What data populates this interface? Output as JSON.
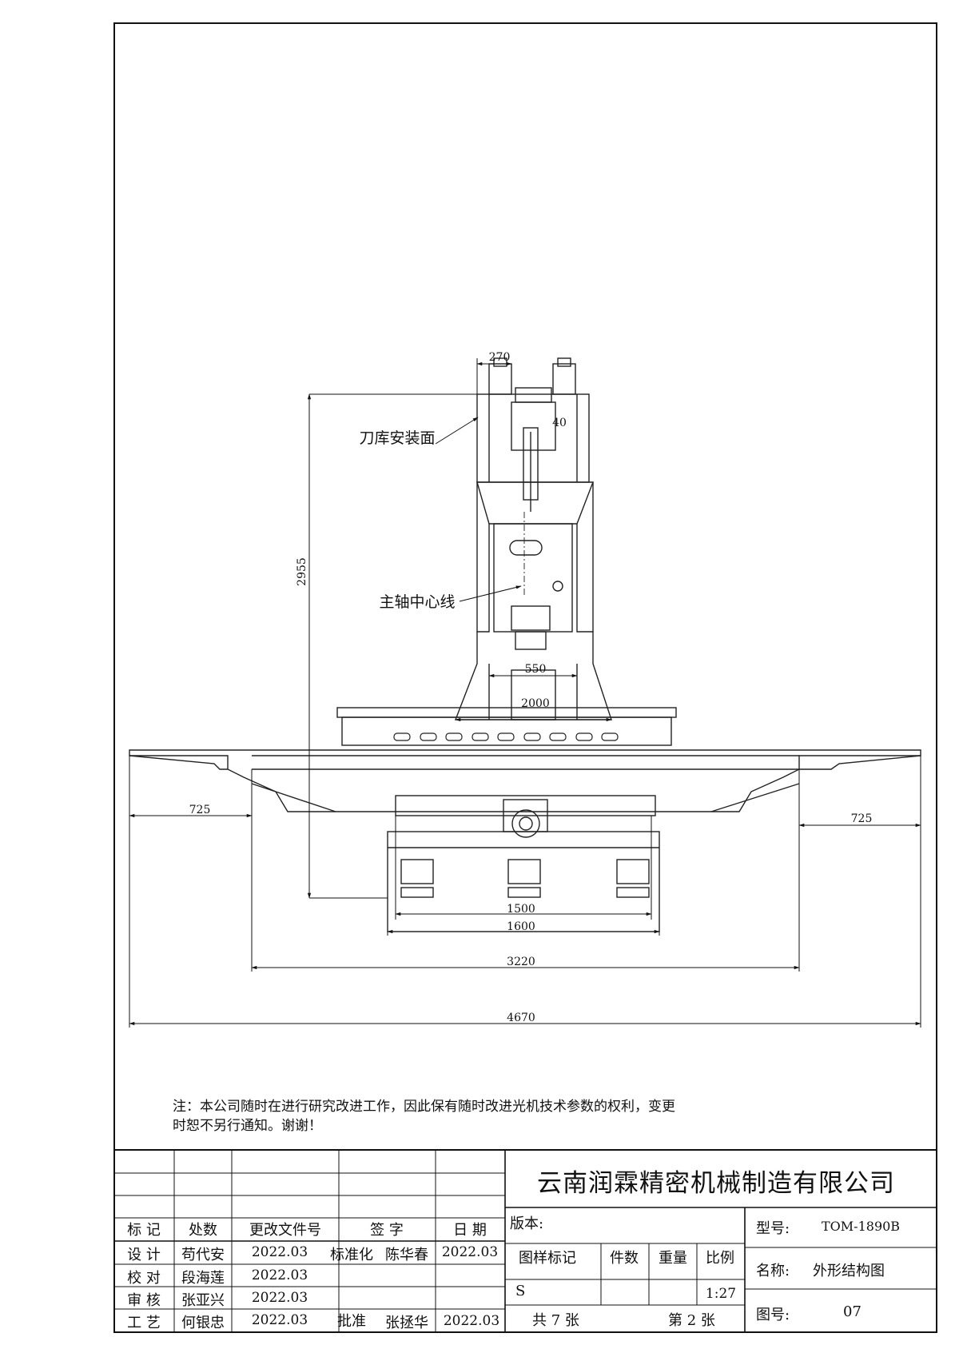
{
  "drawing": {
    "labels": {
      "magazine_face": "刀库安装面",
      "spindle_center": "主轴中心线"
    },
    "dimensions": {
      "top_width": "270",
      "top_partial": "40",
      "spindle_box": "550",
      "column_base": "2000",
      "height": "2955",
      "left_overhang": "725",
      "right_overhang": "725",
      "base_inner": "1500",
      "base_outer": "1600",
      "table_travel": "3220",
      "overall": "4670"
    }
  },
  "note": {
    "line1": "注：本公司随时在进行研究改进工作，因此保有随时改进光机技术参数的权利，变更",
    "line2": "时恕不另行通知。谢谢！"
  },
  "title_block": {
    "company": "云南润霖精密机械制造有限公司",
    "headers": {
      "mark": "标 记",
      "places": "处数",
      "change_doc": "更改文件号",
      "signature": "签 字",
      "date": "日 期"
    },
    "rows": [
      {
        "role": "设 计",
        "name": "苟代安",
        "date": "2022.03",
        "role2": "标准化",
        "name2": "陈华春",
        "date2": "2022.03"
      },
      {
        "role": "校 对",
        "name": "段海莲",
        "date": "2022.03",
        "role2": "",
        "name2": "",
        "date2": ""
      },
      {
        "role": "审 核",
        "name": "张亚兴",
        "date": "2022.03",
        "role2": "",
        "name2": "",
        "date2": ""
      },
      {
        "role": "工 艺",
        "name": "何银忠",
        "date": "2022.03",
        "role2": "批准",
        "name2": "张拯华",
        "date2": "2022.03"
      }
    ],
    "version_label": "版本:",
    "sample_mark_label": "图样标记",
    "quantity_label": "件数",
    "weight_label": "重量",
    "scale_label": "比例",
    "sample_mark_value": "S",
    "scale_value": "1:27",
    "total_sheets": "共 7 张",
    "sheet_no": "第 2 张",
    "model_label": "型号:",
    "model_value": "TOM-1890B",
    "name_label": "名称:",
    "name_value": "外形结构图",
    "drawing_no_label": "图号:",
    "drawing_no_value": "07"
  }
}
